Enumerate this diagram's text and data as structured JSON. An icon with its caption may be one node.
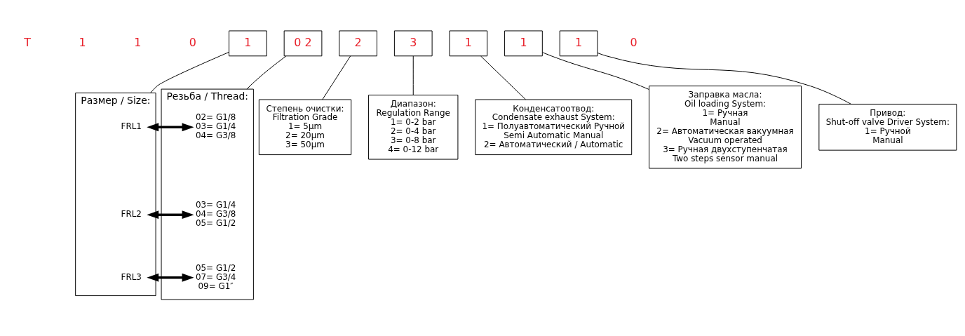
{
  "diagram": {
    "nodes": [
      {
        "text": [
          "1"
        ]
      },
      {
        "text": [
          "0 2"
        ]
      },
      {
        "text": [
          "2"
        ]
      },
      {
        "text": [
          "3"
        ]
      },
      {
        "text": [
          "1"
        ]
      },
      {
        "text": [
          "1"
        ]
      },
      {
        "text": [
          "1"
        ]
      },
      {
        "text": [
          "Размер / Size:"
        ]
      },
      {
        "text": [
          "FRL1"
        ],
        "in": 7
      },
      {
        "text": [
          "FRL2"
        ],
        "in": 7
      },
      {
        "text": [
          "FRL3"
        ],
        "in": 7
      },
      {
        "text": [
          "Резьба / Thread:"
        ]
      },
      {
        "text": [
          "02= G1/8",
          "03= G1/4",
          "04= G3/8"
        ],
        "in": 11
      },
      {
        "text": [
          "03= G1/4",
          "04= G3/8",
          "05= G1/2"
        ],
        "in": 11
      },
      {
        "text": [
          "05= G1/2",
          "07= G3/4",
          "09= G1″"
        ],
        "in": 11
      },
      {
        "text": [
          "Степень очистки:",
          "Filtration Grade",
          "1= 5µm",
          "2= 20µm",
          "3= 50µm"
        ]
      },
      {
        "text": [
          "Диапазон:",
          "Regulation Range",
          "1= 0-2 bar",
          "2= 0-4 bar",
          "3= 0-8 bar",
          "4= 0-12 bar"
        ]
      },
      {
        "text": [
          "Конденсатоотвод:",
          "Condensate exhaust System:",
          "1= Полуавтоматический Ручной",
          "Semi Automatic Manual",
          "2= Автоматический / Automatic"
        ]
      },
      {
        "text": [
          "Привод:",
          "Shut-off valve Driver System:",
          "1= Ручной",
          "Manual"
        ]
      },
      {
        "text": [
          "Заправка масла:",
          "Oil loading System:",
          "1= Ручная",
          "Manual",
          "2= Автоматическая вакуумная",
          "Vacuum operated",
          "3= Ручная двухступенчатая",
          "Two steps sensor manual"
        ]
      }
    ],
    "edges": [
      {
        "from": 0,
        "to": 7,
        "arrow": "none"
      },
      {
        "from": 1,
        "to": 11,
        "arrow": "none"
      },
      {
        "from": 2,
        "to": 15,
        "arrow": "none"
      },
      {
        "from": 3,
        "to": 16,
        "arrow": "none"
      },
      {
        "from": 4,
        "to": 17,
        "arrow": "none"
      },
      {
        "from": 5,
        "to": 19,
        "arrow": "none"
      },
      {
        "from": 6,
        "to": 18,
        "arrow": "none"
      },
      {
        "from": 8,
        "to": 12,
        "arrow": "both",
        "style": "thick"
      },
      {
        "from": 9,
        "to": 13,
        "arrow": "both",
        "style": "thick"
      },
      {
        "from": 10,
        "to": 14,
        "arrow": "both",
        "style": "thick"
      }
    ],
    "labels": [
      "T",
      "1",
      "1",
      "0",
      "0"
    ]
  }
}
